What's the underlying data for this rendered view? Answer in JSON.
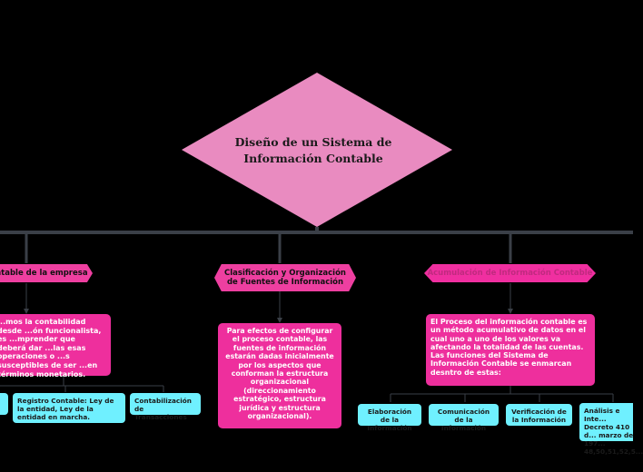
{
  "diagram": {
    "root": {
      "title_line1": "Diseño de un Sistema de",
      "title_line2": "Información Contable"
    },
    "branches": [
      {
        "label": "...ntable de la empresa",
        "description": "...mos la contabilidad desde ...ón funcionalista, es ...mprender que deberá dar ...las esas operaciones o ...s susceptibles de ser ...en términos monetarios.",
        "children": [
          "",
          "Registro Contable: Ley de la entidad, Ley de la entidad en marcha.",
          "Contabilización de Transacciones"
        ]
      },
      {
        "label": "Clasificación y Organización de Fuentes de Información",
        "description": "Para efectos de configurar el proceso contable, las fuentes de información estarán dadas inicialmente por los aspectos que conforman la estructura organizacional (direccionamiento estratégico, estructura jurídica y estructura organizacional).",
        "children": []
      },
      {
        "label": "Acumulación de Información Contable",
        "description": "El Proceso del información contable es un método acumulativo de datos en el cual uno a uno de los valores va afectando la totalidad de las cuentas. Las funciones del Sistema de Información Contable se enmarcan desntro de estas:",
        "children": [
          "Elaboración de la Información",
          "Comunicación de la Información",
          "Verificación de la Información",
          "Análisis e Inte... Decreto 410 d... marzo de 197... 48,50,51,52,5..."
        ]
      }
    ]
  },
  "colors": {
    "background": "#000000",
    "root": "#e98bc0",
    "node": "#ee2f9d",
    "leaf": "#6ff0ff",
    "connector": "#3a3f47"
  }
}
